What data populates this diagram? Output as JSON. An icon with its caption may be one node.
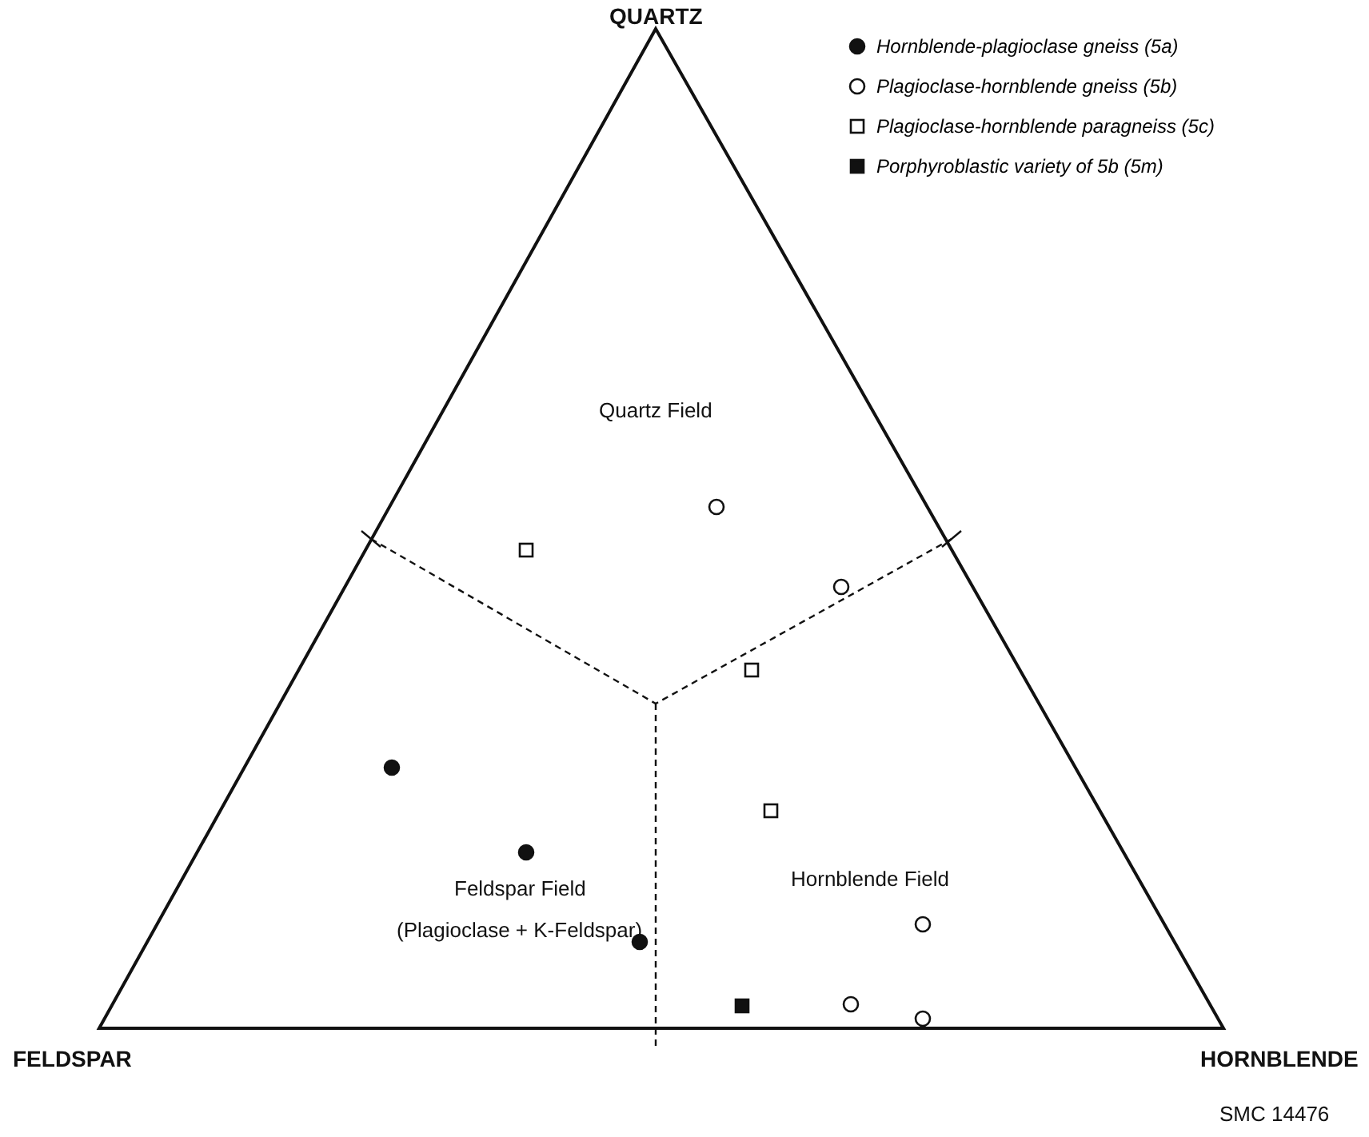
{
  "diagram": {
    "labels": [
      "QUARTZ",
      "Quartz Field",
      "Feldspar Field",
      "(Plagioclase + K-Feldspar)",
      "Hornblende Field",
      "FELDSPAR",
      "HORNBLENDE",
      "SMC 14476"
    ],
    "legend": [
      {
        "text": "Hornblende-plagioclase gneiss (5a)"
      },
      {
        "text": "Plagioclase-hornblende gneiss (5b)"
      },
      {
        "text": "Plagioclase-hornblende paragneiss (5c)"
      },
      {
        "text": "Porphyroblastic variety of 5b (5m)"
      }
    ]
  }
}
